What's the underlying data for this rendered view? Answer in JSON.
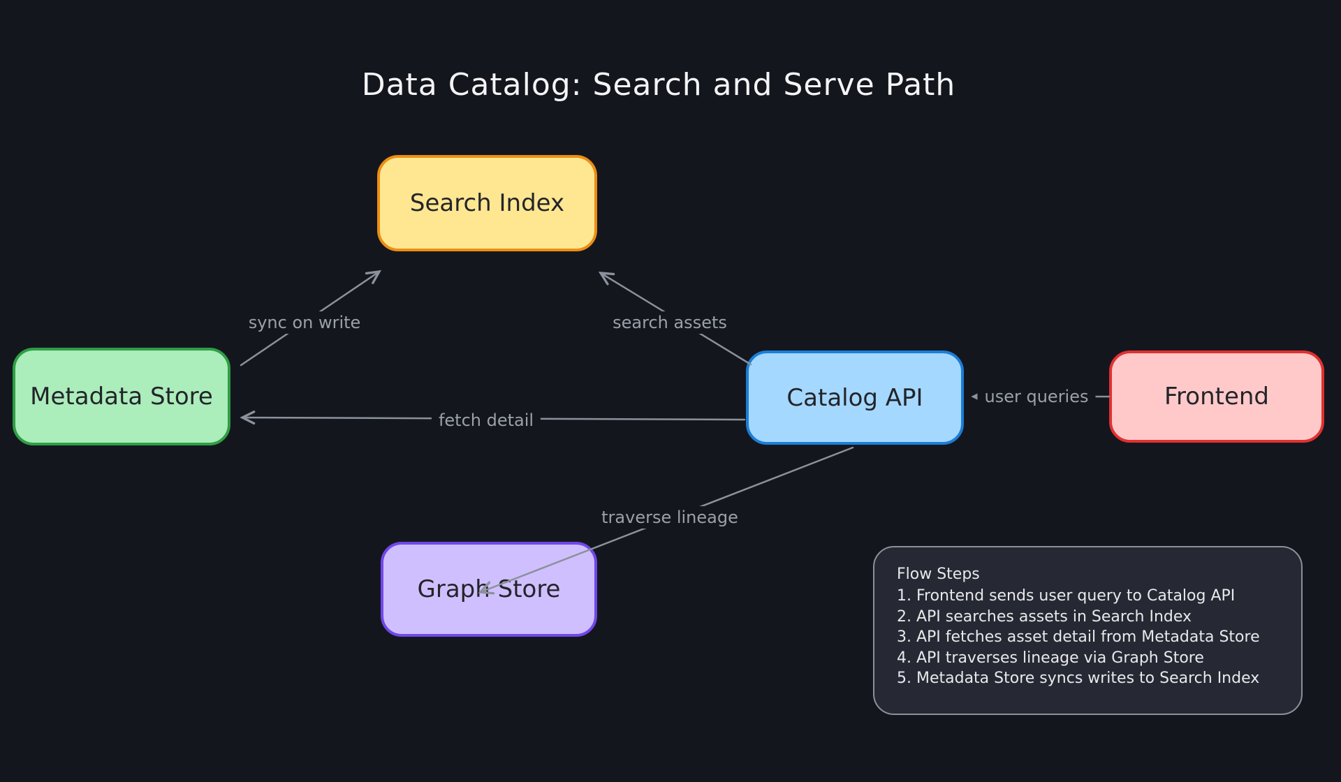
{
  "title": "Data Catalog: Search and Serve Path",
  "nodes": [
    {
      "id": "search-index",
      "label": "Search Index",
      "fill": "#ffe792",
      "stroke": "#ec8e13"
    },
    {
      "id": "metadata-store",
      "label": "Metadata Store",
      "fill": "#abedbb",
      "stroke": "#2f9e44"
    },
    {
      "id": "catalog-api",
      "label": "Catalog API",
      "fill": "#a5d8ff",
      "stroke": "#1c7ed6"
    },
    {
      "id": "frontend",
      "label": "Frontend",
      "fill": "#ffc9c9",
      "stroke": "#e03131"
    },
    {
      "id": "graph-store",
      "label": "Graph Store",
      "fill": "#d0bfff",
      "stroke": "#7048e8"
    }
  ],
  "edges": [
    {
      "from": "Metadata Store",
      "to": "Search Index",
      "label": "sync on write"
    },
    {
      "from": "Catalog API",
      "to": "Search Index",
      "label": "search assets"
    },
    {
      "from": "Frontend",
      "to": "Catalog API",
      "label": "user queries"
    },
    {
      "from": "Catalog API",
      "to": "Metadata Store",
      "label": "fetch detail"
    },
    {
      "from": "Catalog API",
      "to": "Graph Store",
      "label": "traverse lineage"
    }
  ],
  "note": {
    "title": "Flow Steps",
    "steps": [
      "1. Frontend sends user query to Catalog API",
      "2. API searches assets in Search Index",
      "3. API fetches asset detail from Metadata Store",
      "4. API traverses lineage via Graph Store",
      "5. Metadata Store syncs writes to Search Index"
    ]
  },
  "colors": {
    "background": "#14161e",
    "arrow": "#8b929b",
    "edge_label_text": "#9aa1a9",
    "title_text": "#f4f4f6",
    "node_text": "#23242a",
    "note_border": "#8b909a",
    "note_fill": "#262933",
    "note_text": "#e9e9ec"
  }
}
